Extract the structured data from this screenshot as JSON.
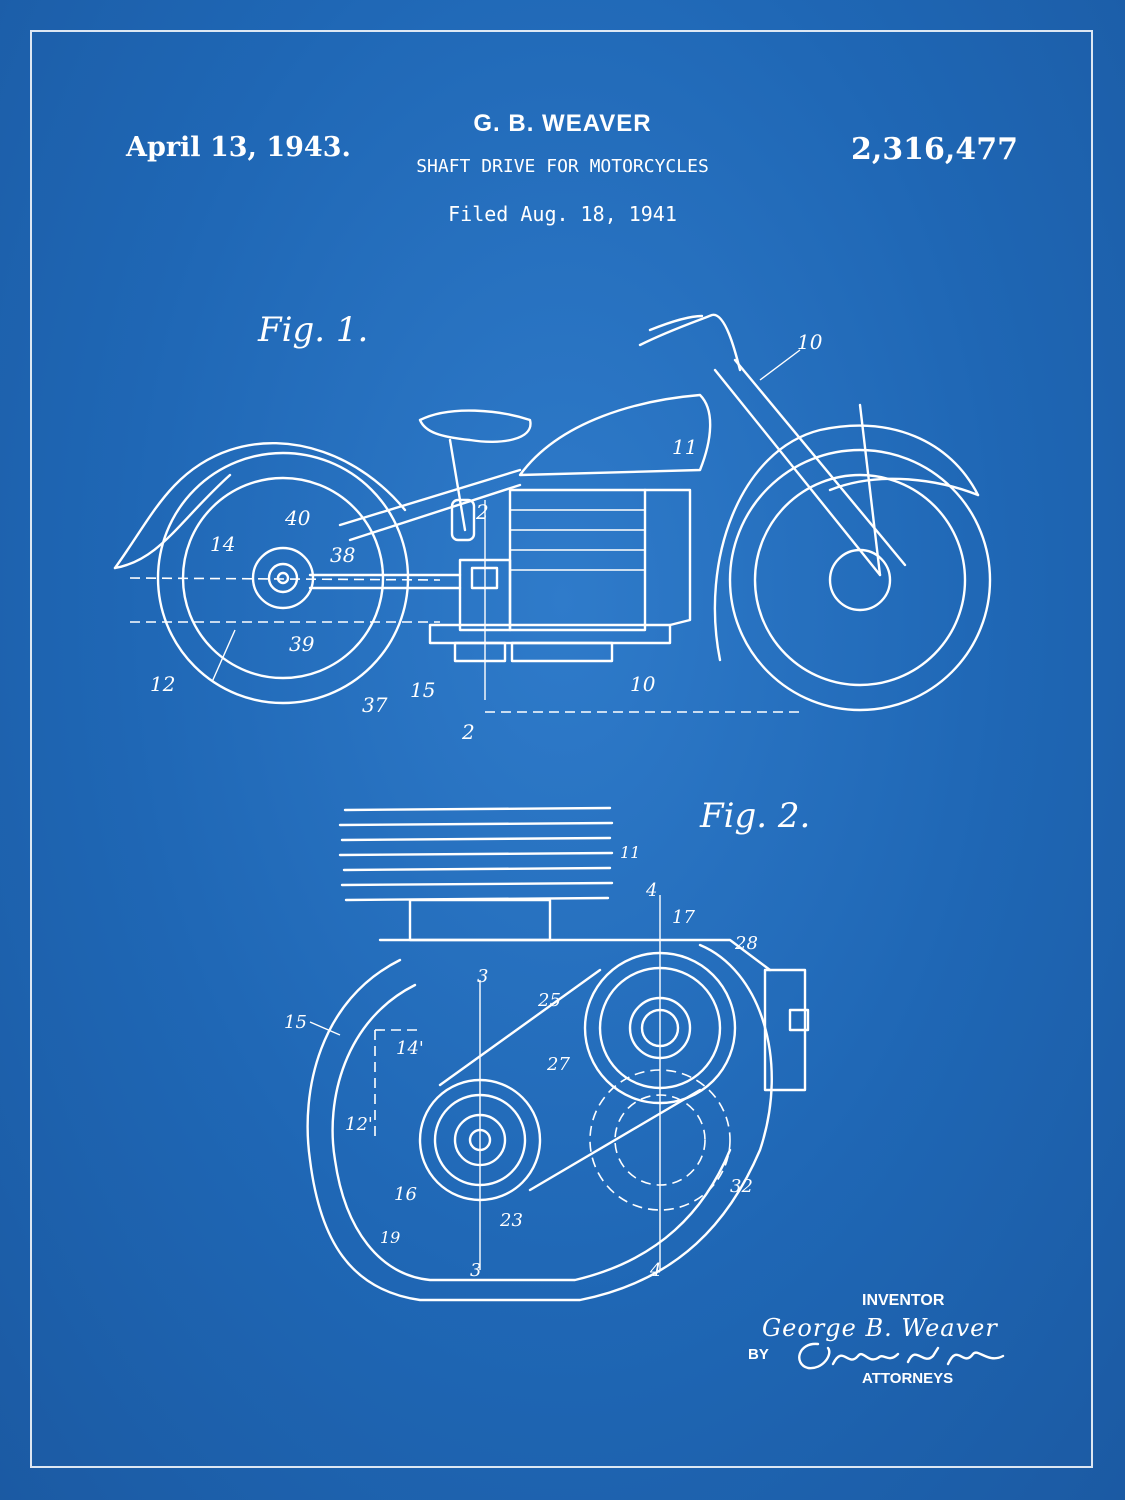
{
  "header": {
    "date": "April 13, 1943.",
    "inventor": "G. B. WEAVER",
    "title": "SHAFT DRIVE FOR MOTORCYCLES",
    "filed": "Filed Aug. 18, 1941",
    "patent_number": "2,316,477"
  },
  "figures": {
    "fig1_label": "Fig. 1.",
    "fig2_label": "Fig. 2.",
    "fig1_refs": [
      "10",
      "11",
      "2",
      "40",
      "14",
      "38",
      "39",
      "12",
      "37",
      "15",
      "10",
      "2"
    ],
    "fig2_refs": [
      "11",
      "4",
      "17",
      "28",
      "3",
      "25",
      "15",
      "14'",
      "27",
      "12'",
      "16",
      "23",
      "32",
      "19",
      "3",
      "4"
    ]
  },
  "footer": {
    "inventor_label": "INVENTOR",
    "inventor_name": "George B. Weaver",
    "by_label": "BY",
    "attorneys_label": "ATTORNEYS"
  }
}
